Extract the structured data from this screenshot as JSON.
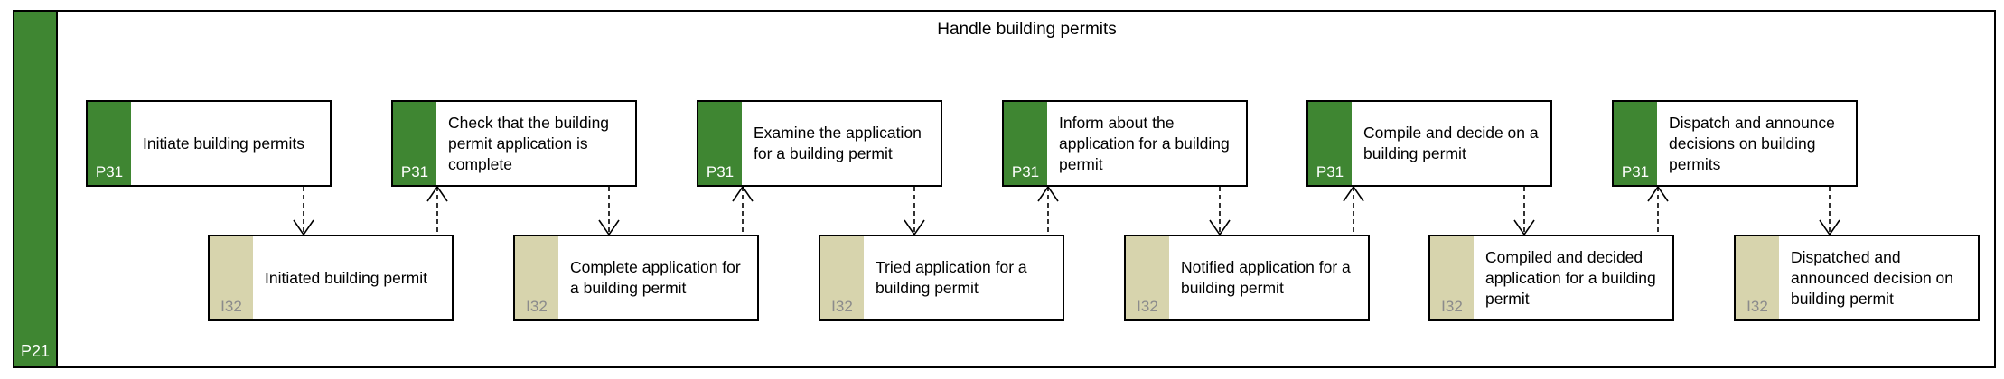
{
  "diagram": {
    "title": "Handle building permits",
    "container": {
      "code": "P21",
      "color": "#3f8632"
    },
    "process_color": "#3f8632",
    "info_color": "#d7d4ad",
    "processes": [
      {
        "code": "P31",
        "label": "Initiate building permits"
      },
      {
        "code": "P31",
        "label": "Check that the building permit application is complete"
      },
      {
        "code": "P31",
        "label": "Examine the application for a building permit"
      },
      {
        "code": "P31",
        "label": "Inform about the application for a building permit"
      },
      {
        "code": "P31",
        "label": "Compile and decide on a building permit"
      },
      {
        "code": "P31",
        "label": "Dispatch and announce decisions on building permits"
      }
    ],
    "information": [
      {
        "code": "I32",
        "label": "Initiated building permit"
      },
      {
        "code": "I32",
        "label": "Complete application for a building permit"
      },
      {
        "code": "I32",
        "label": "Tried application for a building permit"
      },
      {
        "code": "I32",
        "label": "Notified application for a building permit"
      },
      {
        "code": "I32",
        "label": "Compiled and decided application for a building permit"
      },
      {
        "code": "I32",
        "label": "Dispatched and announced decision on building permit"
      }
    ]
  }
}
